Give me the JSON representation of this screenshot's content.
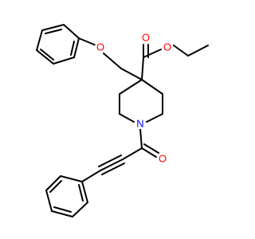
{
  "molecule": {
    "atoms": [
      {
        "label": "O",
        "color": "#ff0000"
      },
      {
        "label": "O",
        "color": "#ff0000"
      },
      {
        "label": "O",
        "color": "#ff0000"
      },
      {
        "label": "N",
        "color": "#0000ff"
      },
      {
        "label": "O",
        "color": "#ff0000"
      }
    ]
  }
}
